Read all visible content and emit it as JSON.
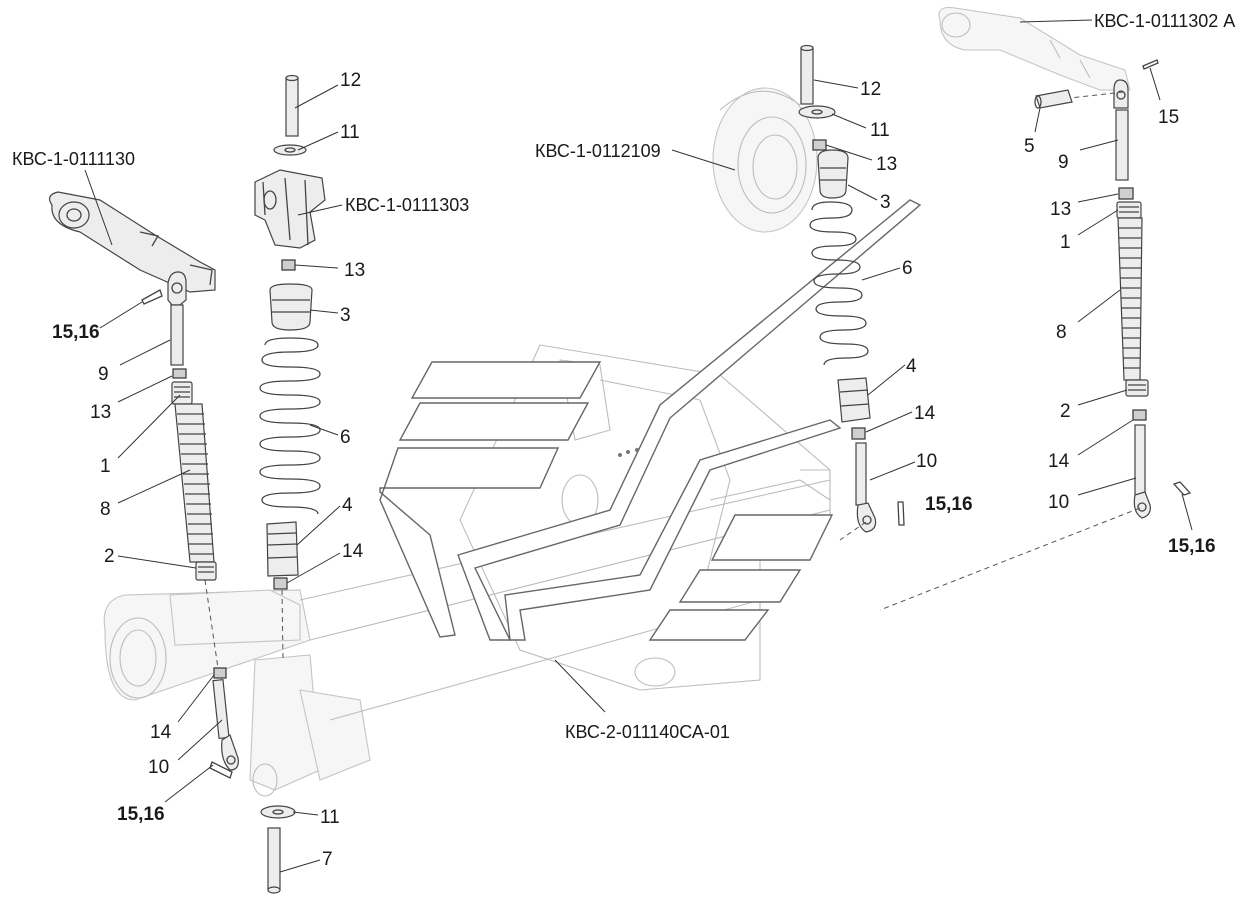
{
  "drawing": {
    "codes": {
      "left_arm": "КВС-1-0111130",
      "left_bracket": "КВС-1-0111303",
      "center_hub": "КВС-1-0112109",
      "right_arm": "КВС-1-0111302 А",
      "base_frame": "КВС-2-011140СА-01"
    },
    "left_assembly": {
      "pin_top": "12",
      "washer_top": "11",
      "nut_13": "13",
      "bushing_3": "3",
      "spring_6": "6",
      "bushing_4": "4",
      "nut_14": "14",
      "washer_bottom": "11",
      "bolt_7": "7"
    },
    "left_rod": {
      "cotter_top": "15,16",
      "rod_9": "9",
      "nut_13": "13",
      "bush_1": "1",
      "boot_8": "8",
      "bush_2": "2",
      "nut_14": "14",
      "rod_10": "10",
      "cotter_bottom": "15,16"
    },
    "center_assembly": {
      "pin_top": "12",
      "washer": "11",
      "nut_13": "13",
      "bushing_3": "3",
      "spring_6": "6",
      "bushing_4": "4",
      "nut_14": "14",
      "rod_10": "10",
      "cotter": "15,16"
    },
    "right_rod": {
      "cotter_top": "15",
      "pin_5": "5",
      "rod_9": "9",
      "nut_13": "13",
      "bush_1": "1",
      "boot_8": "8",
      "bush_2": "2",
      "nut_14": "14",
      "rod_10": "10",
      "cotter_bottom": "15,16"
    }
  }
}
